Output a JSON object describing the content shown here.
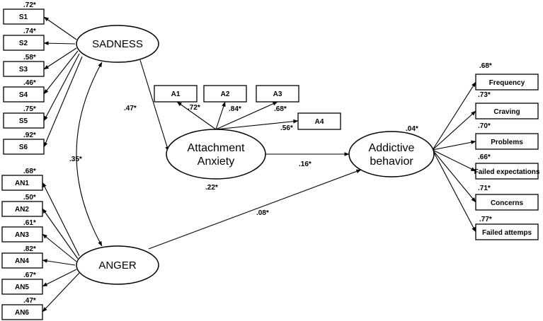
{
  "latents": {
    "sadness": "SADNESS",
    "anger": "ANGER",
    "attachment_line1": "Attachment",
    "attachment_line2": "Anxiety",
    "addictive_line1": "Addictive",
    "addictive_line2": "behavior"
  },
  "sadness_items": [
    {
      "label": "S1",
      "loading": ".72*"
    },
    {
      "label": "S2",
      "loading": ".74*"
    },
    {
      "label": "S3",
      "loading": ".58*"
    },
    {
      "label": "S4",
      "loading": ".46*"
    },
    {
      "label": "S5",
      "loading": ".75*"
    },
    {
      "label": "S6",
      "loading": ".92*"
    }
  ],
  "anger_items": [
    {
      "label": "AN1",
      "loading": ".68*"
    },
    {
      "label": "AN2",
      "loading": ".50*"
    },
    {
      "label": "AN3",
      "loading": ".61*"
    },
    {
      "label": "AN4",
      "loading": ".82*"
    },
    {
      "label": "AN5",
      "loading": ".67*"
    },
    {
      "label": "AN6",
      "loading": ".47*"
    }
  ],
  "attachment_items": [
    {
      "label": "A1",
      "loading": ".72*"
    },
    {
      "label": "A2",
      "loading": ".84*"
    },
    {
      "label": "A3",
      "loading": ".68*"
    },
    {
      "label": "A4",
      "loading": ".56*"
    }
  ],
  "addictive_items": [
    {
      "label": "Frequency",
      "loading": ".68*"
    },
    {
      "label": "Craving",
      "loading": ".73*"
    },
    {
      "label": "Problems",
      "loading": ".70*"
    },
    {
      "label": "Failed expectations",
      "loading": ".66*"
    },
    {
      "label": "Concerns",
      "loading": ".71*"
    },
    {
      "label": "Failed attemps",
      "loading": ".77*"
    }
  ],
  "paths": {
    "sadness_to_attachment": ".47*",
    "attachment_to_addictive": ".16*",
    "anger_to_addictive": ".08*",
    "sadness_anger_corr": ".35*",
    "attachment_r2": ".22*",
    "addictive_r2": ".04*"
  }
}
